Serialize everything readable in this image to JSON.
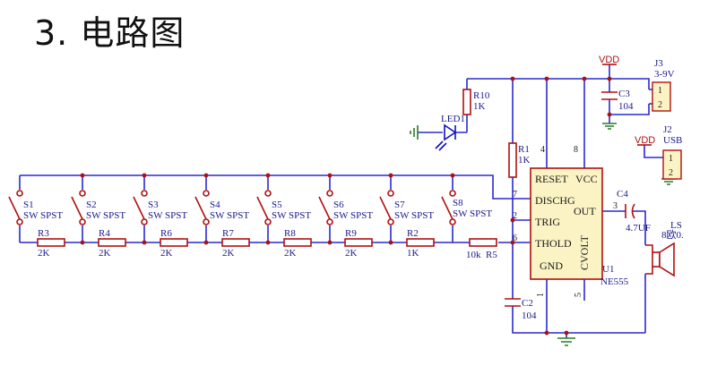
{
  "heading": "3. 电路图",
  "ic": {
    "designator": "U1",
    "part": "NE555",
    "pins": {
      "reset": "RESET",
      "vcc": "VCC",
      "dischg": "DISCHG",
      "out": "OUT",
      "trig": "TRIG",
      "thold": "THOLD",
      "cvolt": "CVOLT",
      "gnd": "GND"
    },
    "pin_numbers": {
      "p4": "4",
      "p8": "8",
      "p7": "7",
      "p3": "3",
      "p2": "2",
      "p6": "6",
      "p1": "1",
      "p5": "5"
    }
  },
  "switches": [
    {
      "ref": "S1",
      "type": "SW SPST"
    },
    {
      "ref": "S2",
      "type": "SW SPST"
    },
    {
      "ref": "S3",
      "type": "SW SPST"
    },
    {
      "ref": "S4",
      "type": "SW SPST"
    },
    {
      "ref": "S5",
      "type": "SW SPST"
    },
    {
      "ref": "S6",
      "type": "SW SPST"
    },
    {
      "ref": "S7",
      "type": "SW SPST"
    },
    {
      "ref": "S8",
      "type": "SW SPST"
    }
  ],
  "chain_resistors": [
    {
      "ref": "R3",
      "value": "2K"
    },
    {
      "ref": "R4",
      "value": "2K"
    },
    {
      "ref": "R6",
      "value": "2K"
    },
    {
      "ref": "R7",
      "value": "2K"
    },
    {
      "ref": "R8",
      "value": "2K"
    },
    {
      "ref": "R9",
      "value": "2K"
    },
    {
      "ref": "R2",
      "value": "1K"
    },
    {
      "ref": "R5",
      "value": "10k"
    }
  ],
  "r1": {
    "ref": "R1",
    "value": "1K"
  },
  "r10": {
    "ref": "R10",
    "value": "1K"
  },
  "led": {
    "ref": "LED1"
  },
  "c2": {
    "ref": "C2",
    "value": "104"
  },
  "c3": {
    "ref": "C3",
    "value": "104"
  },
  "c4": {
    "ref": "C4",
    "value": "4.7UF"
  },
  "speaker": {
    "ref": "LS",
    "value": "8欧0."
  },
  "vdd_main": "VDD",
  "vdd_usb": "VDD",
  "j3": {
    "ref": "J3",
    "value": "3-9V",
    "pin1": "1",
    "pin2": "2"
  },
  "j2": {
    "ref": "J2",
    "value": "USB",
    "pin1": "1",
    "pin2": "2"
  }
}
